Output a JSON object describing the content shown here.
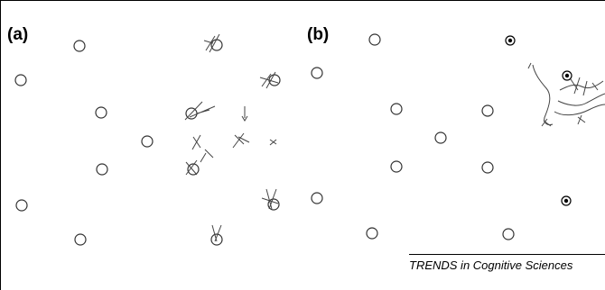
{
  "figure": {
    "panel_a_label": "(a)",
    "panel_b_label": "(b)",
    "credit": "TRENDS in Cognitive Sciences"
  }
}
